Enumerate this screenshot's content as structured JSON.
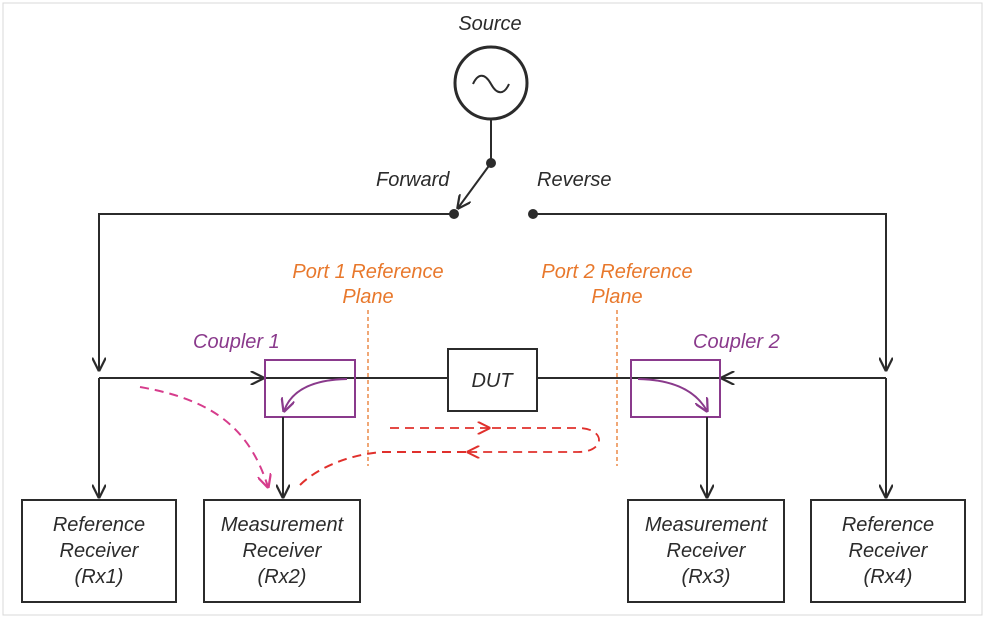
{
  "source": {
    "label": "Source"
  },
  "switch": {
    "forward_label": "Forward",
    "reverse_label": "Reverse"
  },
  "reference_planes": {
    "port1": {
      "line1": "Port 1 Reference",
      "line2": "Plane"
    },
    "port2": {
      "line1": "Port 2 Reference",
      "line2": "Plane"
    }
  },
  "couplers": {
    "coupler1": "Coupler 1",
    "coupler2": "Coupler 2"
  },
  "dut": {
    "label": "DUT"
  },
  "receivers": [
    {
      "line1": "Reference",
      "line2": "Receiver",
      "line3": "(Rx1)"
    },
    {
      "line1": "Measurement",
      "line2": "Receiver",
      "line3": "(Rx2)"
    },
    {
      "line1": "Measurement",
      "line2": "Receiver",
      "line3": "(Rx3)"
    },
    {
      "line1": "Reference",
      "line2": "Receiver",
      "line3": "(Rx4)"
    }
  ],
  "colors": {
    "line": "#2b2b2b",
    "reference_plane": "#e8782c",
    "coupler": "#8a3a8c",
    "leakage_path": "#d63c8c",
    "reflection_path": "#e0302c"
  }
}
